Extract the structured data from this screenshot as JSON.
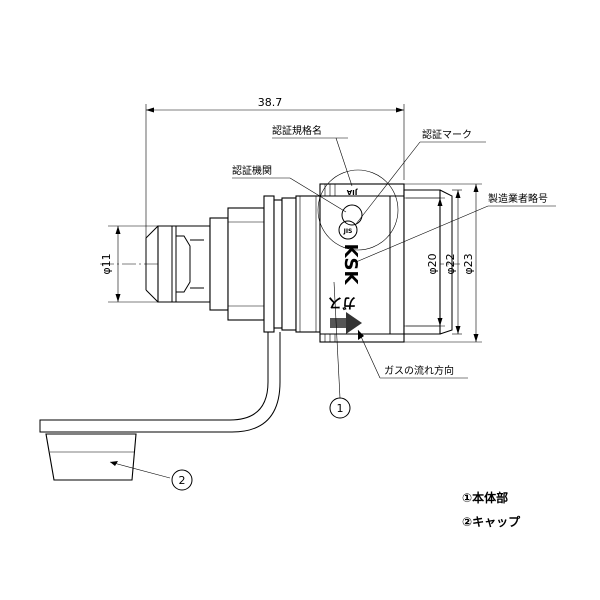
{
  "dimensions": {
    "length": "38.7",
    "dia_plug": "φ11",
    "dia_20": "φ20",
    "dia_22": "φ22",
    "dia_23": "φ23"
  },
  "callouts": {
    "cert_standard": "認証規格名",
    "cert_mark": "認証マーク",
    "cert_body": "認証機関",
    "maker_code": "製造業者略号",
    "flow_dir": "ガスの流れ方向"
  },
  "body_marks": {
    "brand": "KSK",
    "gas": "ガス",
    "cert": "JIA"
  },
  "parts": [
    {
      "number": "1",
      "symbol": "①",
      "name": "本体部"
    },
    {
      "number": "2",
      "symbol": "②",
      "name": "キャップ"
    }
  ]
}
